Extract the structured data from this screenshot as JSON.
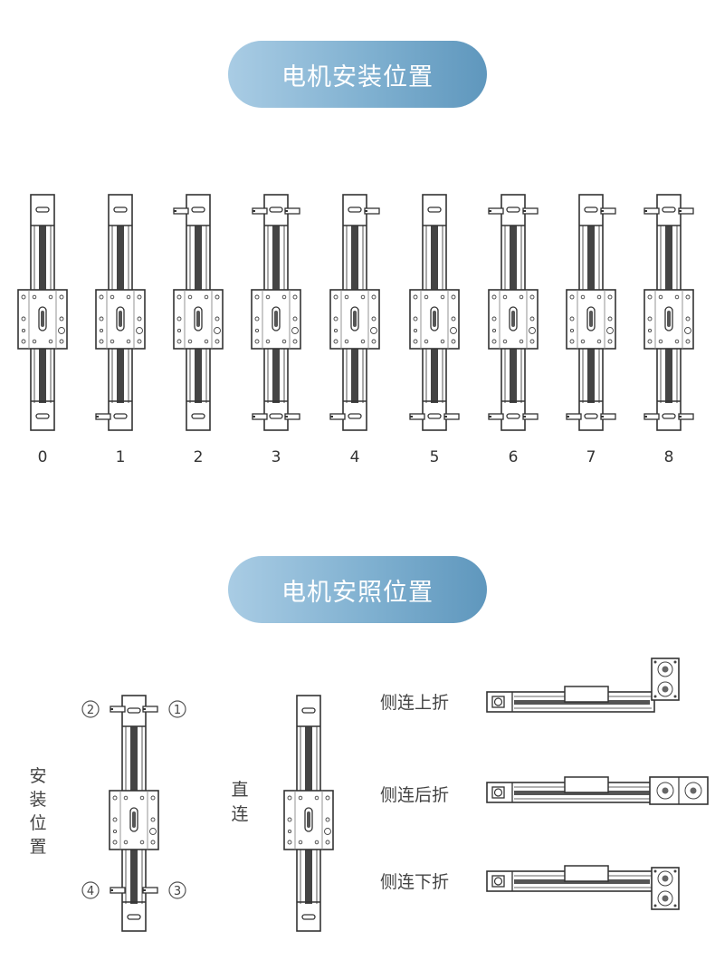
{
  "section1": {
    "title": "电机安装位置",
    "positions": [
      "0",
      "1",
      "2",
      "3",
      "4",
      "5",
      "6",
      "7",
      "8"
    ]
  },
  "section2": {
    "title": "电机安照位置",
    "install_label": [
      "安",
      "装",
      "位",
      "置"
    ],
    "direct_label": [
      "直",
      "连"
    ],
    "corner_labels": [
      "②",
      "①",
      "④",
      "③"
    ],
    "fold_labels": [
      "侧连上折",
      "侧连后折",
      "侧连下折"
    ]
  }
}
